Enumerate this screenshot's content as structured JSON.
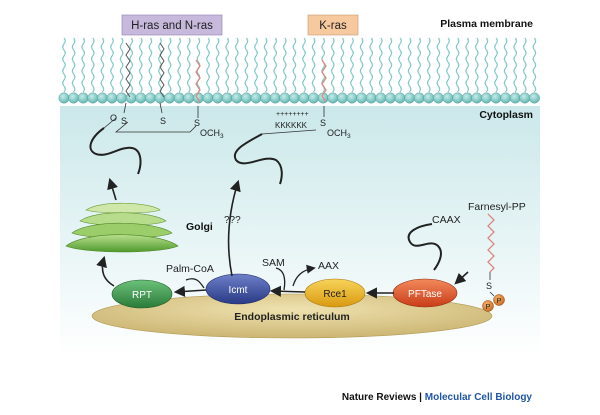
{
  "labels": {
    "plasma_membrane": "Plasma membrane",
    "cytoplasm": "Cytoplasm",
    "hras_nras": "H-ras and N-ras",
    "kras": "K-ras",
    "golgi": "Golgi",
    "unknown": "???",
    "farnesyl_pp": "Farnesyl-PP",
    "caax": "CAAX",
    "sam": "SAM",
    "aax": "AAX",
    "palm_coa": "Palm-CoA",
    "er": "Endoplasmic reticulum",
    "lysines": "KKKKKK",
    "charges": "++++++++",
    "s": "S",
    "och3": "OCH",
    "sub3": "3",
    "o": "O",
    "p": "P"
  },
  "enzymes": {
    "rpt": "RPT",
    "icmt": "Icmt",
    "rce1": "Rce1",
    "pftase": "PFTase"
  },
  "credit": {
    "journal": "Nature Reviews",
    "separator": " | ",
    "section": "Molecular Cell Biology"
  },
  "colors": {
    "hras_box": "#c7b9dc",
    "kras_box": "#f6c99f",
    "membrane_head": "#7fc9c5",
    "cytoplasm_top": "#d3ecee",
    "golgi": "#7ab648",
    "er": "#d9c88e",
    "rpt": "#3a9a4a",
    "icmt": "#3b4fa0",
    "rce1": "#e9b21b",
    "pftase": "#e0542a",
    "farnesyl_chain": "#d98a84",
    "phosphate": "#e3862c",
    "credit_blue": "#2156a5"
  }
}
